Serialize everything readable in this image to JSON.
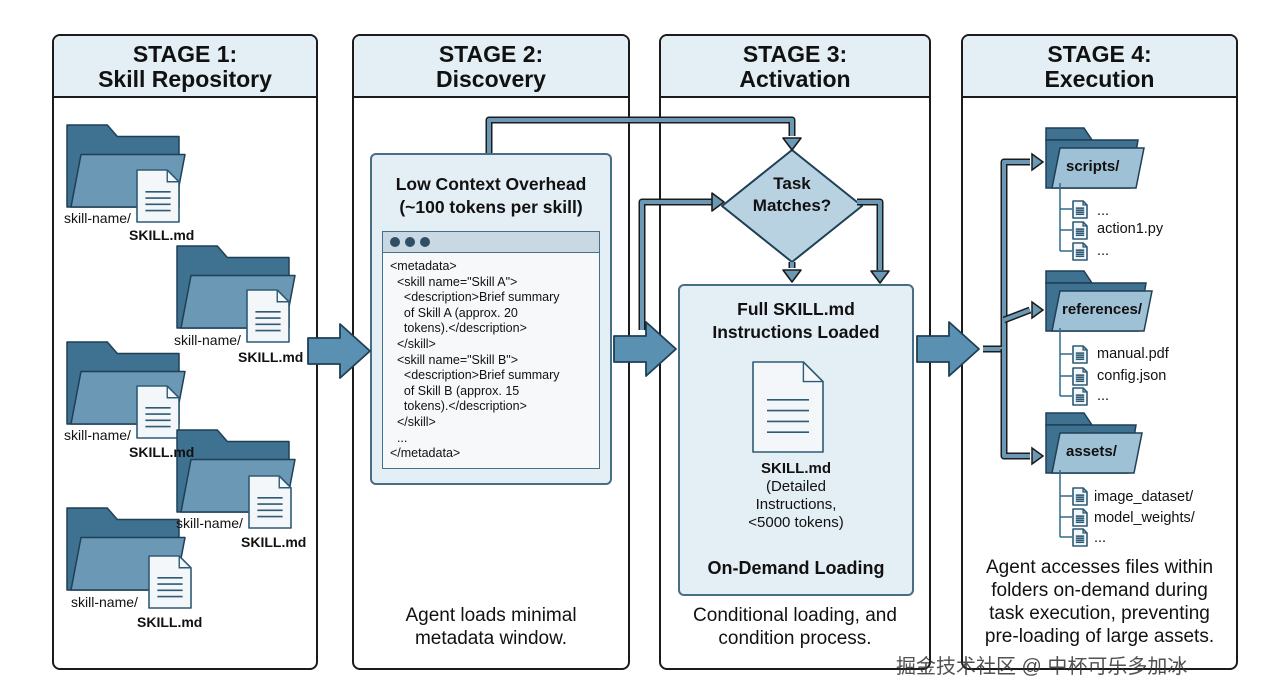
{
  "stages": [
    {
      "title_line1": "STAGE 1:",
      "title_line2": "Skill Repository",
      "caption": ""
    },
    {
      "title_line1": "STAGE 2:",
      "title_line2": "Discovery",
      "caption_line1": "Agent loads minimal",
      "caption_line2": "metadata window."
    },
    {
      "title_line1": "STAGE 3:",
      "title_line2": "Activation",
      "caption_line1": "Conditional loading, and",
      "caption_line2": "condition  process."
    },
    {
      "title_line1": "STAGE 4:",
      "title_line2": "Execution",
      "caption_line1": "Agent accesses files within",
      "caption_line2": "folders on-demand during",
      "caption_line3": "task execution, preventing",
      "caption_line4": "pre-loading of large assets."
    }
  ],
  "repository": {
    "folder_label": "skill-name/",
    "file_label": "SKILL.md"
  },
  "discovery": {
    "box_title_line1": "Low Context Overhead",
    "box_title_line2": "(~100 tokens per skill)",
    "code_lines": [
      "<metadata>",
      "  <skill name=\"Skill A\">",
      "    <description>Brief summary",
      "    of Skill A (approx. 20",
      "    tokens).</description>",
      "  </skill>",
      "  <skill name=\"Skill B\">",
      "    <description>Brief summary",
      "    of Skill B (approx. 15",
      "    tokens).</description>",
      "  </skill>",
      "  ...",
      "</metadata>"
    ]
  },
  "activation": {
    "decision_line1": "Task",
    "decision_line2": "Matches?",
    "box_title_line1": "Full SKILL.md",
    "box_title_line2": "Instructions Loaded",
    "doc_name": "SKILL.md",
    "doc_desc_line1": "(Detailed",
    "doc_desc_line2": "Instructions,",
    "doc_desc_line3": "<5000 tokens)",
    "footer": "On-Demand Loading"
  },
  "execution": {
    "folders": [
      {
        "name": "scripts/",
        "files": [
          "...",
          "action1.py",
          "..."
        ]
      },
      {
        "name": "references/",
        "files": [
          "manual.pdf",
          "config.json",
          "..."
        ]
      },
      {
        "name": "assets/",
        "files": [
          "image_dataset/",
          "model_weights/",
          "..."
        ]
      }
    ]
  },
  "watermark": "掘金技术社区 @ 中杯可乐多加冰",
  "colors": {
    "border": "#1b1b1b",
    "header_bg": "#e4eef5",
    "folder_dark": "#3f7190",
    "folder_light": "#6a98b5",
    "arrow_fill": "#5a90b2",
    "line_color": "#2f6a8c",
    "box_bg": "#e4eef5"
  }
}
